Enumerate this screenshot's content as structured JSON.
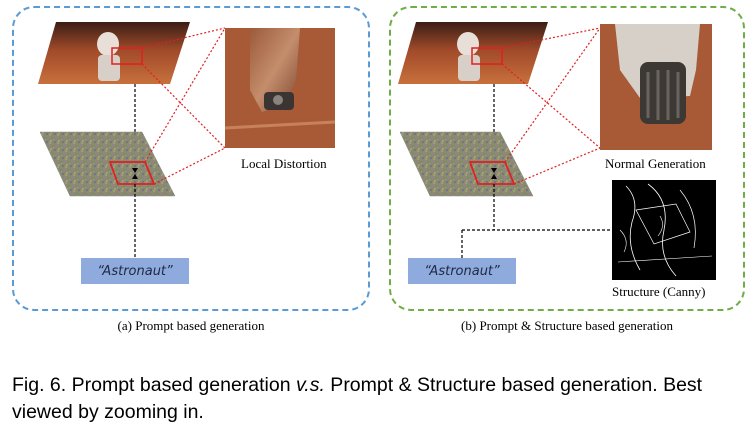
{
  "panel_a": {
    "distortion_label": "Local Distortion",
    "prompt_text": "“Astronaut”",
    "caption": "(a) Prompt based generation"
  },
  "panel_b": {
    "normal_label": "Normal Generation",
    "structure_label": "Structure (Canny)",
    "prompt_text": "“Astronaut”",
    "caption": "(b) Prompt & Structure based generation"
  },
  "figure_caption": {
    "prefix": "Fig. 6.  Prompt based generation ",
    "vs": "v.s.",
    "suffix": " Prompt & Structure based generation. Best viewed by zooming in."
  },
  "colors": {
    "panel_a_border": "#5b9bd5",
    "panel_b_border": "#70ad47",
    "highlight_red": "#e02020",
    "prompt_box": "#8faadc"
  }
}
